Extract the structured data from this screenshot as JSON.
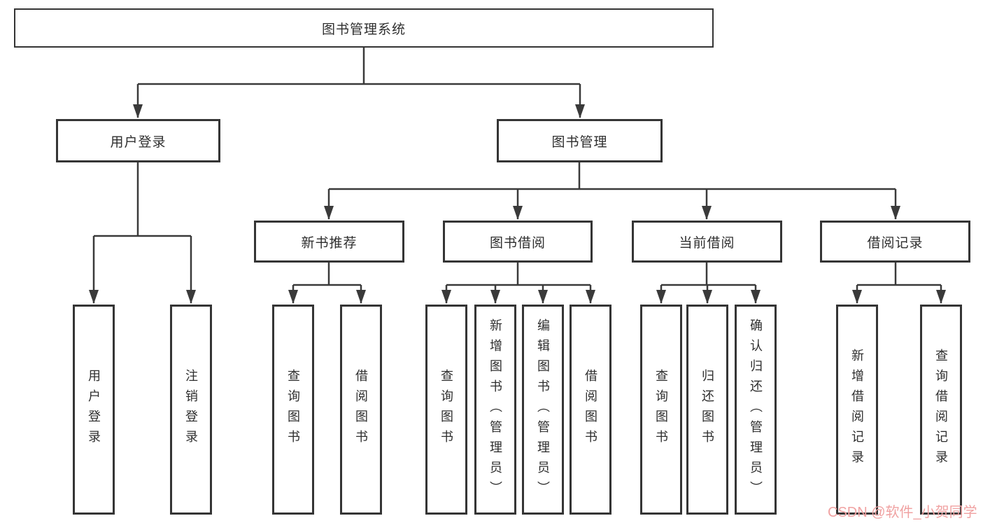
{
  "diagram": {
    "title": "图书管理系统",
    "watermark": "CSDN @软件_小贺同学",
    "colors": {
      "line": "#3a3a3a",
      "box_border": "#353535",
      "box_fill": "#ffffff",
      "text": "#2e2e2e",
      "watermark": "#f0a2a2"
    },
    "nodes": {
      "root": {
        "label": "图书管理系统"
      },
      "login": {
        "label": "用户登录"
      },
      "mgmt": {
        "label": "图书管理"
      },
      "newbook": {
        "label": "新书推荐"
      },
      "borrow": {
        "label": "图书借阅"
      },
      "current": {
        "label": "当前借阅"
      },
      "records": {
        "label": "借阅记录"
      },
      "leaf_user_login": {
        "label": "用户登录"
      },
      "leaf_logout": {
        "label": "注销登录"
      },
      "leaf_nb_query": {
        "label": "查询图书"
      },
      "leaf_nb_borrow": {
        "label": "借阅图书"
      },
      "leaf_bw_query": {
        "label": "查询图书"
      },
      "leaf_bw_add": {
        "label": "新增图书（管理员）"
      },
      "leaf_bw_edit": {
        "label": "编辑图书（管理员）"
      },
      "leaf_bw_borrow": {
        "label": "借阅图书"
      },
      "leaf_cur_query": {
        "label": "查询图书"
      },
      "leaf_cur_return": {
        "label": "归还图书"
      },
      "leaf_cur_confirm": {
        "label": "确认归还（管理员）"
      },
      "leaf_rec_add": {
        "label": "新增借阅记录"
      },
      "leaf_rec_query": {
        "label": "查询借阅记录"
      }
    },
    "hierarchy": {
      "root": "图书管理系统",
      "children": [
        {
          "label": "用户登录",
          "children": [
            "用户登录",
            "注销登录"
          ]
        },
        {
          "label": "图书管理",
          "children": [
            {
              "label": "新书推荐",
              "children": [
                "查询图书",
                "借阅图书"
              ]
            },
            {
              "label": "图书借阅",
              "children": [
                "查询图书",
                "新增图书（管理员）",
                "编辑图书（管理员）",
                "借阅图书"
              ]
            },
            {
              "label": "当前借阅",
              "children": [
                "查询图书",
                "归还图书",
                "确认归还（管理员）"
              ]
            },
            {
              "label": "借阅记录",
              "children": [
                "新增借阅记录",
                "查询借阅记录"
              ]
            }
          ]
        }
      ]
    }
  }
}
